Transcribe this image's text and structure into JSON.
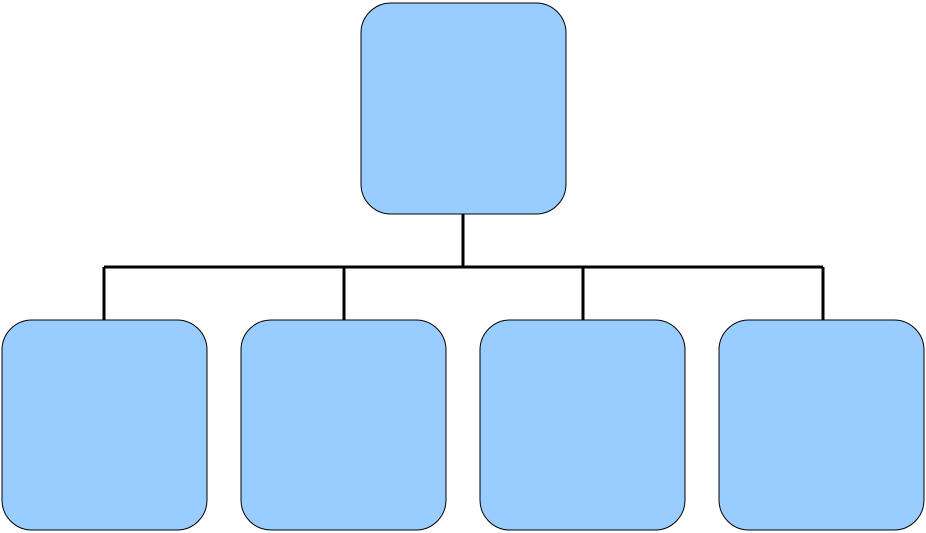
{
  "diagram": {
    "type": "org-chart",
    "colors": {
      "node_fill": "#99ccff",
      "node_stroke": "#000000",
      "connector": "#000000",
      "background": "#ffffff"
    },
    "root": {
      "id": "root",
      "label": ""
    },
    "children": [
      {
        "id": "child-1",
        "label": ""
      },
      {
        "id": "child-2",
        "label": ""
      },
      {
        "id": "child-3",
        "label": ""
      },
      {
        "id": "child-4",
        "label": ""
      }
    ]
  }
}
